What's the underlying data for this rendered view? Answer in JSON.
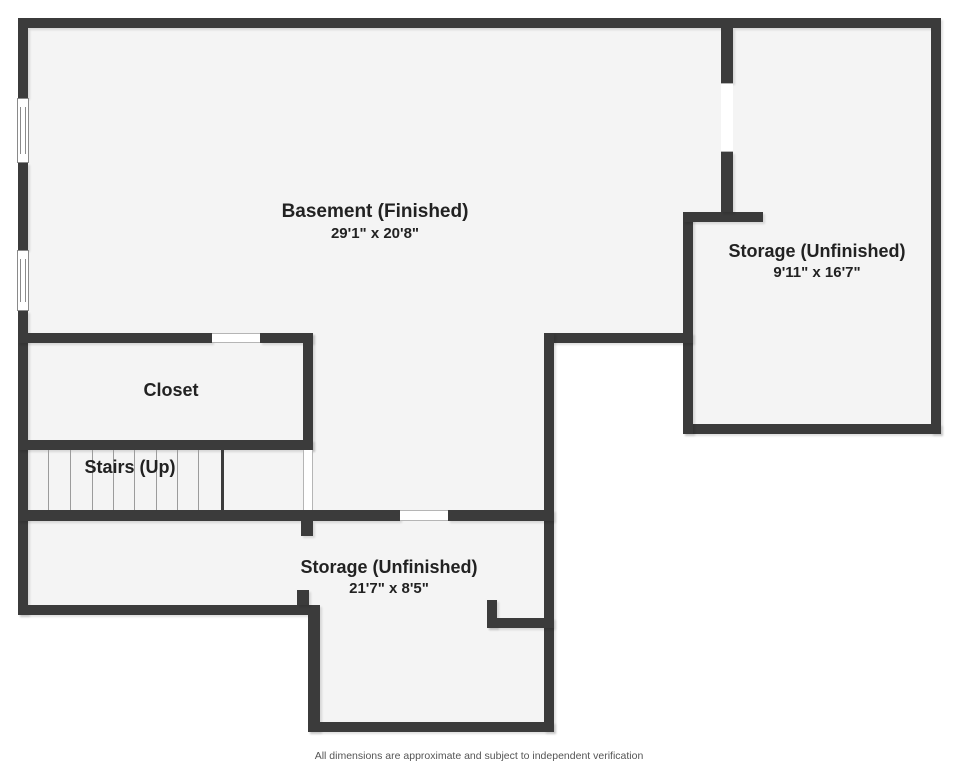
{
  "rooms": {
    "basement": {
      "label": "Basement (Finished)",
      "dims": "29'1\" x 20'8\""
    },
    "storage_right": {
      "label": "Storage (Unfinished)",
      "dims": "9'11\" x 16'7\""
    },
    "closet": {
      "label": "Closet"
    },
    "stairs": {
      "label": "Stairs (Up)"
    },
    "storage_bottom": {
      "label": "Storage (Unfinished)",
      "dims": "21'7\" x 8'5\""
    }
  },
  "footer": {
    "disclaimer": "All dimensions are approximate and subject to independent verification"
  },
  "colors": {
    "wall": "#3b3b3b",
    "room_fill": "#f4f4f4",
    "background": "#ffffff",
    "tread_line": "#9b9b9b",
    "text": "#222222",
    "footer_text": "#555555"
  }
}
